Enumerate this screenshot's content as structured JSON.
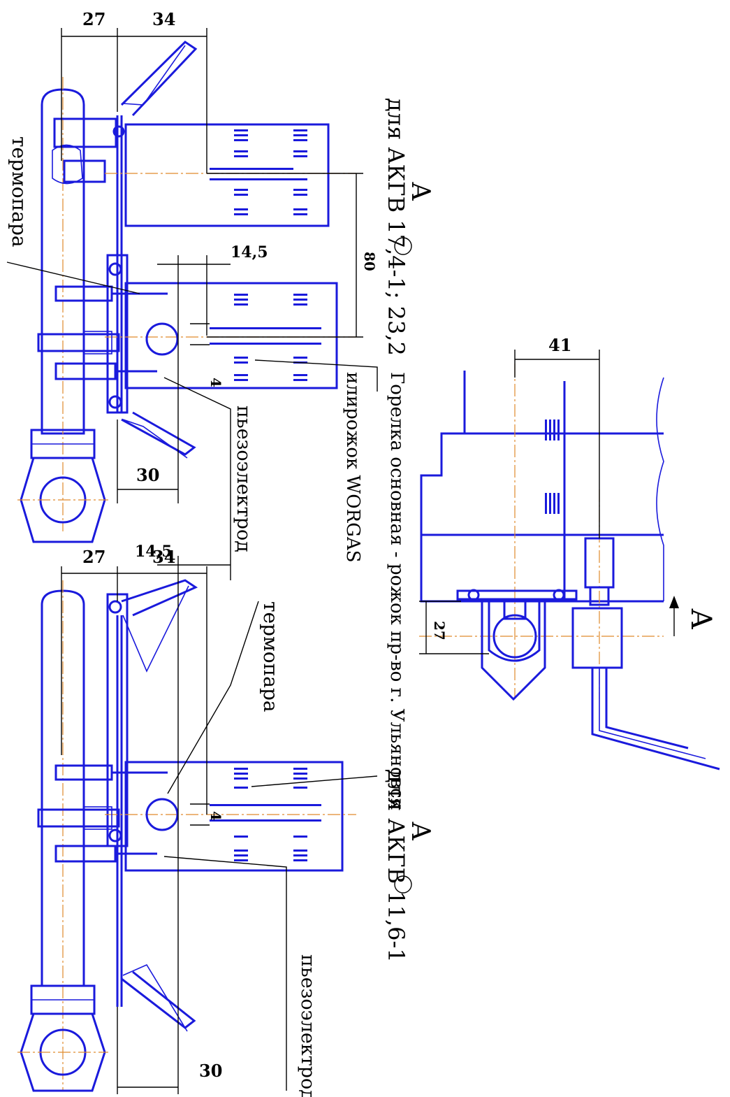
{
  "colors": {
    "outline": "#1a1adc",
    "dimension": "#000000",
    "centerline": "#e08a2c",
    "background": "#ffffff"
  },
  "titles": {
    "view_top": "А",
    "model_top": "для АКГВ 17,4-1; 23,2",
    "view_bottom": "А",
    "model_bottom": "для АКГВ 11,6-1"
  },
  "labels": {
    "thermocouple": "термопара",
    "piezo": "пьезоэлектрод",
    "burner_line1": "Горелка основная - рожок пр-во г. Ульяновск",
    "burner_line2": "илирожок WORGAS",
    "view_arrow": "А"
  },
  "dimensions": {
    "top_view": [
      "27",
      "34",
      "14,5",
      "80",
      "4",
      "30"
    ],
    "bottom_view": [
      "27",
      "34",
      "14,5",
      "4",
      "30"
    ],
    "right_view": [
      "41",
      "27"
    ]
  }
}
